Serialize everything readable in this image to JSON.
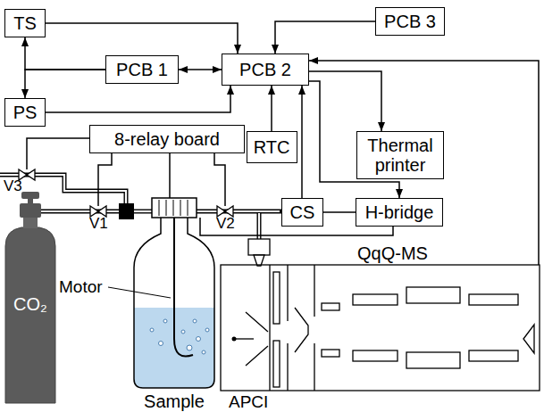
{
  "diagram": {
    "nodes": [
      {
        "text": [
          "TS"
        ]
      },
      {
        "text": [
          "PCB 3"
        ]
      },
      {
        "text": [
          "PCB 1"
        ]
      },
      {
        "text": [
          "PCB 2"
        ]
      },
      {
        "text": [
          "PS"
        ]
      },
      {
        "text": [
          "8-relay board"
        ]
      },
      {
        "text": [
          "RTC"
        ]
      },
      {
        "text": [
          "Thermal printer"
        ]
      },
      {
        "text": [
          "CS"
        ]
      },
      {
        "text": [
          "H-bridge"
        ]
      }
    ],
    "edges": [
      {
        "from": 0,
        "to": 3,
        "arrow": "to"
      },
      {
        "from": 1,
        "to": 3,
        "arrow": "to"
      },
      {
        "from": 2,
        "to": 3,
        "arrow": "both"
      },
      {
        "from": 2,
        "to": 0,
        "arrow": "to"
      },
      {
        "from": 2,
        "to": 4,
        "arrow": "to"
      },
      {
        "from": 4,
        "to": 3,
        "arrow": "to"
      },
      {
        "from": 6,
        "to": 3,
        "arrow": "to"
      },
      {
        "from": 3,
        "to": 7,
        "arrow": "to"
      },
      {
        "from": 8,
        "to": 3,
        "arrow": "to"
      },
      {
        "from": 3,
        "to": 9,
        "arrow": "to"
      },
      {
        "from": 8,
        "to": 9,
        "arrow": "none"
      }
    ],
    "labels": [
      "V3",
      "V1",
      "V2",
      "CO₂",
      "Motor",
      "QqQ-MS",
      "APCI",
      "Sample"
    ]
  }
}
